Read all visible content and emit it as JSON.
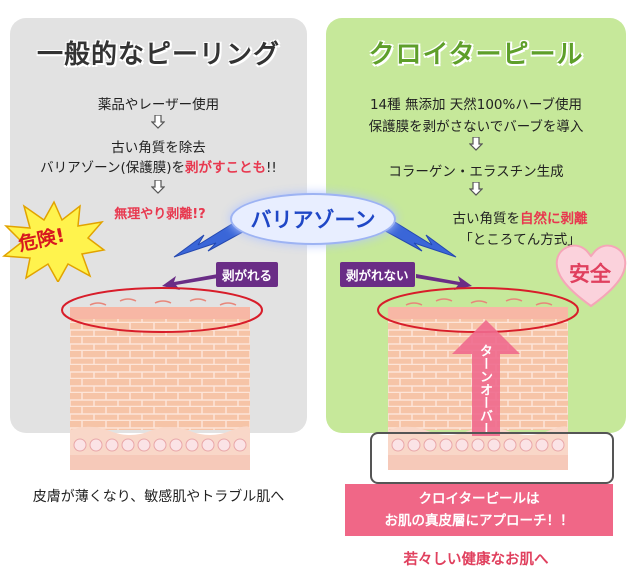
{
  "left": {
    "title": "一般的なピーリング",
    "steps": [
      "薬品やレーザー使用",
      "古い角質を除去",
      "バリアゾーン(保護膜)を",
      "剥がすことも",
      "!!"
    ],
    "warn": "無理やり剥離!?",
    "danger": "危険!",
    "peel_label": "剥がれる",
    "footer": "皮膚が薄くなり、敏感肌やトラブル肌へ"
  },
  "right": {
    "title": "クロイターピール",
    "steps": [
      "14種 無添加 天然100%ハーブ使用",
      "保護膜を剥がさないでバーブを導入",
      "コラーゲン・エラスチン生成",
      "古い角質を",
      "自然に剥離",
      "「ところてん方式」"
    ],
    "safe": "安全",
    "peel_label": "剥がれない",
    "turnover": "ターンオーバー",
    "pink_line1": "クロイターピールは",
    "pink_line2": "お肌の真皮層にアプローチ！！",
    "footer": "若々しい健康なお肌へ"
  },
  "center": {
    "barrier": "バリアゾーン"
  },
  "colors": {
    "left_panel": "#e2e2e2",
    "right_panel": "#c6e89a",
    "accent_red": "#e8384f",
    "purple": "#6a2d86",
    "pink": "#f06787",
    "barrier_text": "#1f47c6"
  }
}
